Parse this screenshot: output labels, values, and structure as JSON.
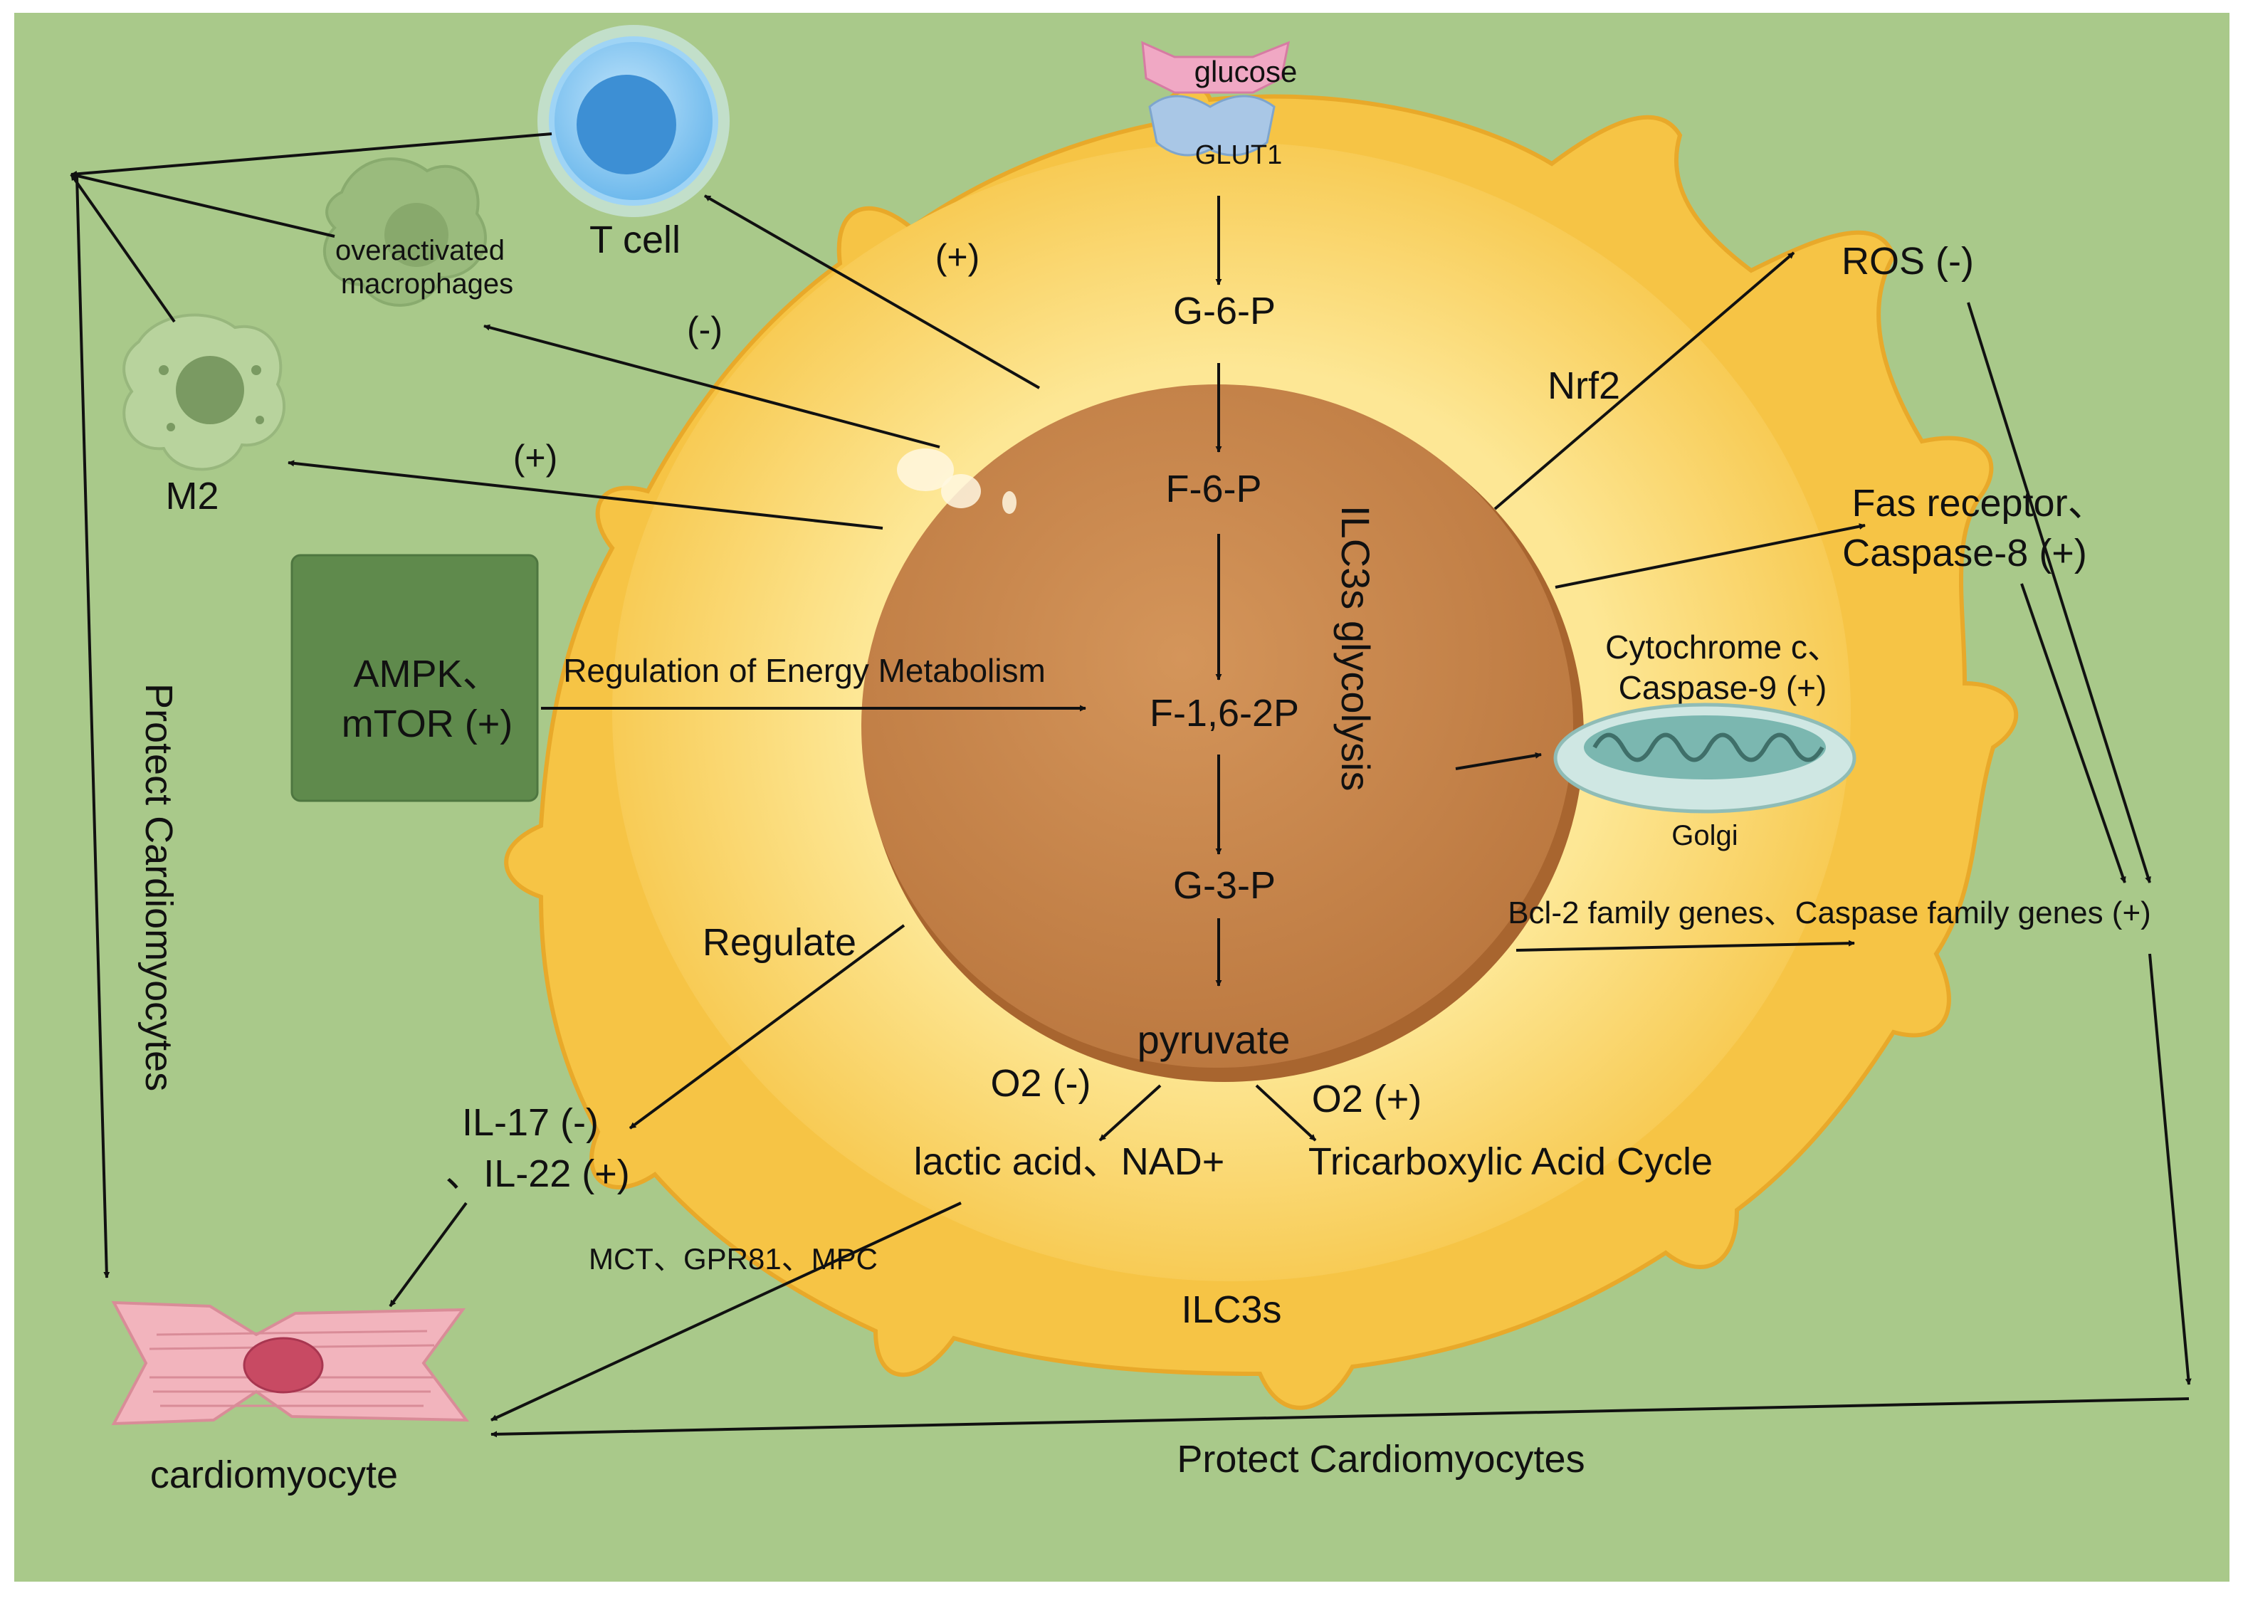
{
  "colors": {
    "background": "#a9c98a",
    "cell_outer": "#f7c64a",
    "cell_inner": "#fde48e",
    "nucleus": "#c8854a",
    "box": "#5f8a4c",
    "cardiomyocyte": "#f2b4bd",
    "t_cell": "#6cb8ec",
    "mitochondria": "#7bb7b0"
  },
  "labels": {
    "glucose": "glucose",
    "glut1": "GLUT1",
    "g6p": "G-6-P",
    "f6p": "F-6-P",
    "f16p": "F-1,6-2P",
    "g3p": "G-3-P",
    "pyruvate": "pyruvate",
    "vertical_title": "ILC3s glycolysis",
    "t_cell": "T cell",
    "macrophages_l1": "overactivated",
    "macrophages_l2": "macrophages",
    "m2": "M2",
    "plus_tcell": "(+)",
    "minus_macro": "(-)",
    "plus_m2": "(+)",
    "ampk_l1": "AMPK、",
    "ampk_l2": "mTOR (+)",
    "regulation": "Regulation of Energy Metabolism",
    "protect_left": "Protect Cardiomyocytes",
    "nrf2": "Nrf2",
    "ros": "ROS (-)",
    "fas_l1": "Fas receptor、",
    "fas_l2": "Caspase-8 (+)",
    "cyto_l1": "Cytochrome c、",
    "cyto_l2": "Caspase-9 (+)",
    "golgi": "Golgi",
    "bcl2": "Bcl-2 family genes、Caspase family genes (+)",
    "regulate": "Regulate",
    "il17": "IL-17 (-)",
    "il22": "、IL-22 (+)",
    "o2_minus": "O2 (-)",
    "o2_plus": "O2 (+)",
    "lactic": "lactic acid、NAD+",
    "tca": "Tricarboxylic Acid Cycle",
    "mct": "MCT、GPR81、MPC",
    "ilc3s": "ILC3s",
    "cardiomyocyte": "cardiomyocyte",
    "protect_bottom": "Protect Cardiomyocytes"
  }
}
